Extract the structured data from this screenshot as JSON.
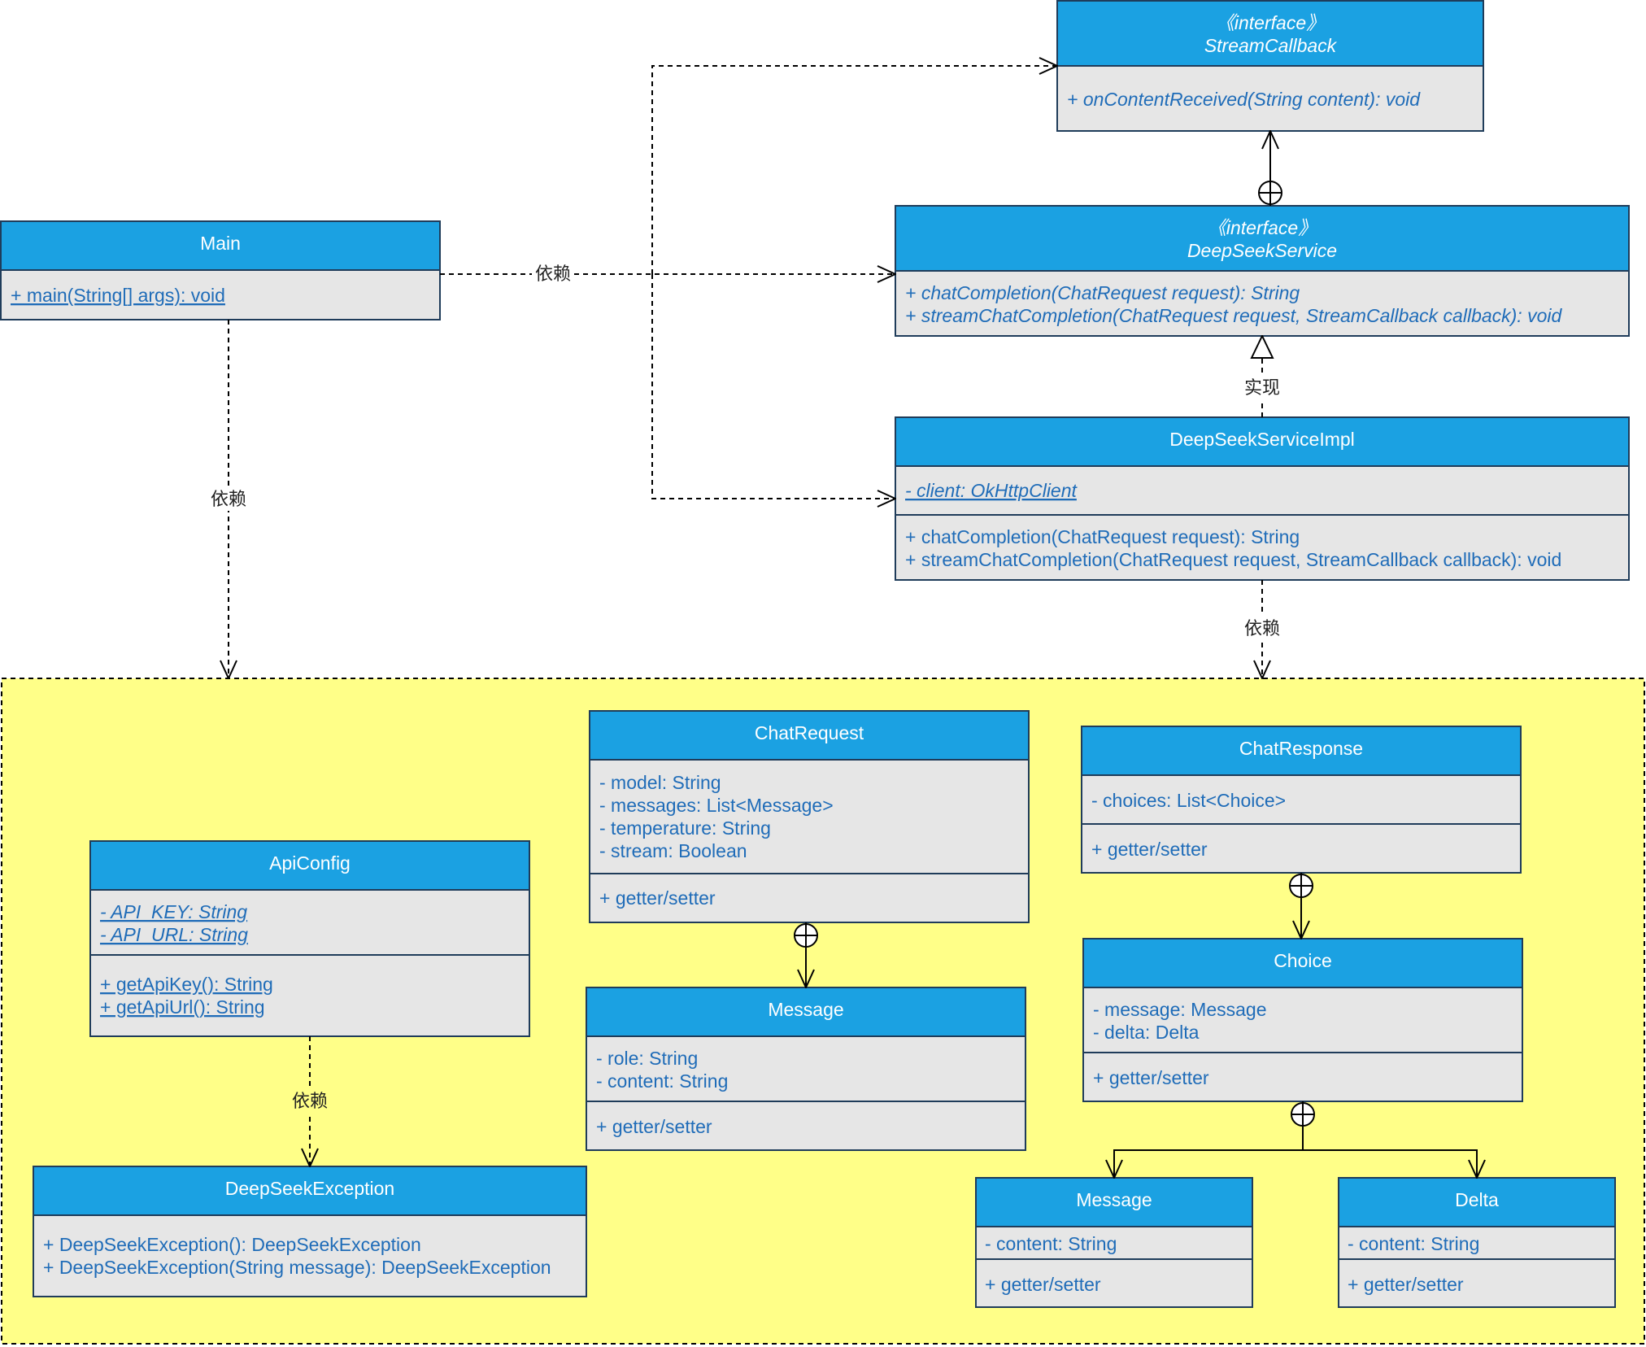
{
  "colors": {
    "header_fill": "#1ba1e2",
    "body_fill": "#e6e6e6",
    "border": "#1f3c5a",
    "member_text": "#1f6cb8",
    "package_fill": "#ffff88"
  },
  "classes": {
    "stream_callback": {
      "stereotype": "《interface》",
      "name": "StreamCallback",
      "members": [
        "+ onContentReceived(String content): void"
      ]
    },
    "deepseek_service": {
      "stereotype": "《interface》",
      "name": "DeepSeekService",
      "members": [
        "+ chatCompletion(ChatRequest request): String",
        "+ streamChatCompletion(ChatRequest request, StreamCallback callback): void"
      ]
    },
    "main": {
      "name": "Main",
      "methods": [
        "+ main(String[] args): void"
      ]
    },
    "deepseek_service_impl": {
      "name": "DeepSeekServiceImpl",
      "fields": [
        "- client: OkHttpClient"
      ],
      "methods": [
        "+ chatCompletion(ChatRequest request): String",
        "+ streamChatCompletion(ChatRequest request, StreamCallback callback): void"
      ]
    },
    "api_config": {
      "name": "ApiConfig",
      "fields": [
        "- API_KEY: String",
        "- API_URL: String"
      ],
      "methods": [
        "+ getApiKey(): String",
        "+ getApiUrl(): String"
      ]
    },
    "chat_request": {
      "name": "ChatRequest",
      "fields": [
        "- model: String",
        "- messages: List<Message>",
        "- temperature: String",
        "- stream: Boolean"
      ],
      "methods": [
        "+ getter/setter"
      ]
    },
    "chat_response": {
      "name": "ChatResponse",
      "fields": [
        "- choices: List<Choice>"
      ],
      "methods": [
        "+ getter/setter"
      ]
    },
    "message": {
      "name": "Message",
      "fields": [
        "- role: String",
        "- content: String"
      ],
      "methods": [
        "+ getter/setter"
      ]
    },
    "choice": {
      "name": "Choice",
      "fields": [
        "- message: Message",
        "- delta: Delta"
      ],
      "methods": [
        "+ getter/setter"
      ]
    },
    "choice_message": {
      "name": "Message",
      "fields": [
        "- content: String"
      ],
      "methods": [
        "+ getter/setter"
      ]
    },
    "delta": {
      "name": "Delta",
      "fields": [
        "- content: String"
      ],
      "methods": [
        "+ getter/setter"
      ]
    },
    "deepseek_exception": {
      "name": "DeepSeekException",
      "methods": [
        "+ DeepSeekException(): DeepSeekException",
        "+ DeepSeekException(String message): DeepSeekException"
      ]
    }
  },
  "relations": {
    "main_to_service_label": "依赖",
    "main_to_package_label": "依赖",
    "impl_realizes_label": "实现",
    "impl_to_package_label": "依赖",
    "config_to_exception_label": "依赖"
  }
}
